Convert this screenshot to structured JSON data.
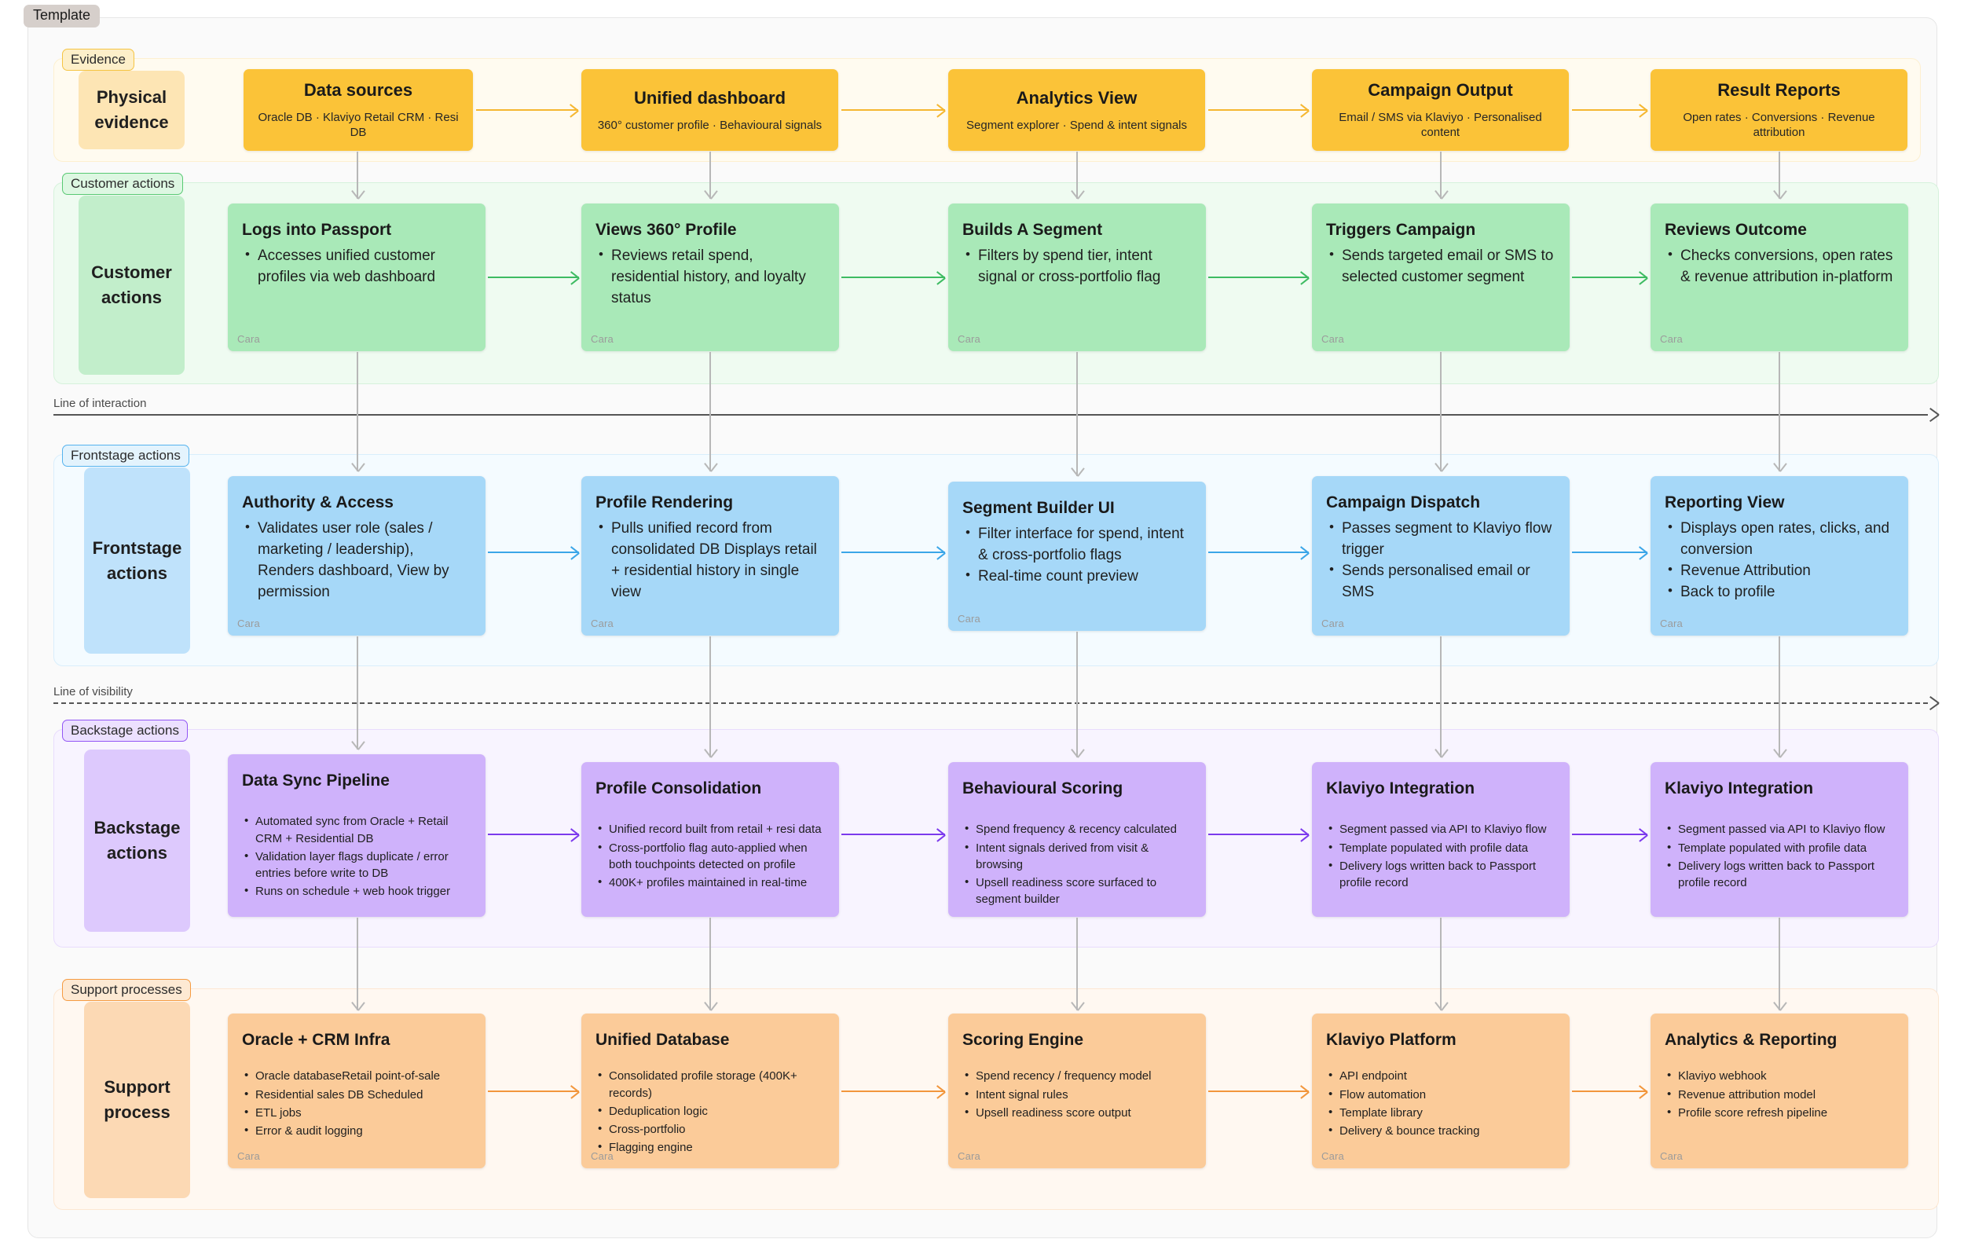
{
  "template_tag": "Template",
  "separators": [
    {
      "label": "Line of interaction",
      "style": "solid"
    },
    {
      "label": "Line of visibility",
      "style": "dashed"
    }
  ],
  "bands": [
    {
      "key": "evidence",
      "tag": "Evidence",
      "role_label": "Physical\nevidence",
      "role_line1": "Physical",
      "role_line2": "evidence",
      "accent": "#fbc338",
      "cards": [
        {
          "title": "Data sources",
          "sub": "Oracle DB · Klaviyo Retail CRM · Resi DB"
        },
        {
          "title": "Unified dashboard",
          "sub": "360° customer profile · Behavioural signals"
        },
        {
          "title": "Analytics View",
          "sub": "Segment explorer · Spend & intent signals"
        },
        {
          "title": "Campaign Output",
          "sub": "Email / SMS via Klaviyo · Personalised content"
        },
        {
          "title": "Result Reports",
          "sub": "Open rates · Conversions · Revenue attribution"
        }
      ]
    },
    {
      "key": "customer",
      "tag": "Customer actions",
      "role_line1": "Customer",
      "role_line2": "actions",
      "accent": "#3ebb62",
      "footer": "Cara",
      "cards": [
        {
          "title": "Logs into Passport",
          "bullets": [
            "Accesses unified customer profiles via web dashboard"
          ]
        },
        {
          "title": "Views 360° Profile",
          "bullets": [
            "Reviews retail spend, residential history, and loyalty status"
          ]
        },
        {
          "title": "Builds A Segment",
          "bullets": [
            "Filters by spend tier, intent signal or cross-portfolio flag"
          ]
        },
        {
          "title": "Triggers Campaign",
          "bullets": [
            "Sends targeted email or SMS to selected customer segment"
          ]
        },
        {
          "title": "Reviews Outcome",
          "bullets": [
            "Checks conversions, open rates & revenue attribution in-platform"
          ]
        }
      ]
    },
    {
      "key": "frontstage",
      "tag": "Frontstage actions",
      "role_line1": "Frontstage",
      "role_line2": "actions",
      "accent": "#3ba6e8",
      "footer": "Cara",
      "cards": [
        {
          "title": "Authority & Access",
          "bullets": [
            "Validates user role (sales / marketing / leadership), Renders dashboard, View by permission"
          ]
        },
        {
          "title": "Profile Rendering",
          "bullets": [
            "Pulls unified record from consolidated DB Displays retail + residential history in single view"
          ]
        },
        {
          "title": "Segment Builder UI",
          "bullets": [
            "Filter interface for spend, intent & cross-portfolio flags",
            "Real-time count preview"
          ]
        },
        {
          "title": "Campaign Dispatch",
          "bullets": [
            "Passes segment to Klaviyo flow trigger",
            "Sends personalised email or SMS"
          ]
        },
        {
          "title": "Reporting View",
          "bullets": [
            "Displays open rates, clicks, and conversion",
            "Revenue Attribution",
            "Back to profile"
          ]
        }
      ]
    },
    {
      "key": "backstage",
      "tag": "Backstage actions",
      "role_line1": "Backstage",
      "role_line2": "actions",
      "accent": "#7c3aed",
      "footer": "",
      "cards": [
        {
          "title": "Data Sync Pipeline",
          "bullets": [
            "Automated sync from Oracle + Retail CRM + Residential DB",
            "Validation layer flags duplicate / error entries before write to DB",
            "Runs on schedule + web hook trigger"
          ]
        },
        {
          "title": "Profile Consolidation",
          "bullets": [
            "Unified record built from retail + resi data",
            "Cross-portfolio flag auto-applied when both touchpoints detected on profile",
            "400K+ profiles maintained in real-time"
          ]
        },
        {
          "title": "Behavioural Scoring",
          "bullets": [
            "Spend frequency & recency calculated",
            "Intent signals derived from visit & browsing",
            "Upsell readiness score surfaced to segment builder"
          ]
        },
        {
          "title": "Klaviyo Integration",
          "bullets": [
            "Segment passed via API to Klaviyo flow",
            "Template populated with profile data",
            "Delivery logs written back to Passport profile record"
          ]
        },
        {
          "title": "Klaviyo Integration",
          "bullets": [
            "Segment passed via API to Klaviyo flow",
            "Template populated with profile data",
            "Delivery logs written back to Passport profile record"
          ]
        }
      ]
    },
    {
      "key": "support",
      "tag": "Support processes",
      "role_line1": "Support",
      "role_line2": "process",
      "accent": "#f2963c",
      "footer": "Cara",
      "cards": [
        {
          "title": "Oracle + CRM Infra",
          "bullets": [
            "Oracle databaseRetail point-of-sale",
            "Residential sales DB Scheduled",
            "ETL jobs",
            "Error & audit logging"
          ]
        },
        {
          "title": "Unified Database",
          "bullets": [
            "Consolidated profile storage (400K+ records)",
            "Deduplication logic",
            "Cross-portfolio",
            "Flagging engine"
          ]
        },
        {
          "title": "Scoring Engine",
          "bullets": [
            "Spend recency / frequency model",
            "Intent signal rules",
            "Upsell readiness score output"
          ]
        },
        {
          "title": "Klaviyo Platform",
          "bullets": [
            "API endpoint",
            "Flow automation",
            "Template library",
            "Delivery & bounce tracking"
          ]
        },
        {
          "title": "Analytics & Reporting",
          "bullets": [
            "Klaviyo webhook",
            "Revenue attribution model",
            "Profile score refresh pipeline"
          ]
        }
      ]
    }
  ],
  "colors": {
    "evidence": "#fbc338",
    "customer": "#a9e9b8",
    "frontstage": "#a6d8f8",
    "backstage": "#cfb2fb",
    "support": "#fbcb99",
    "line": "#555555"
  }
}
